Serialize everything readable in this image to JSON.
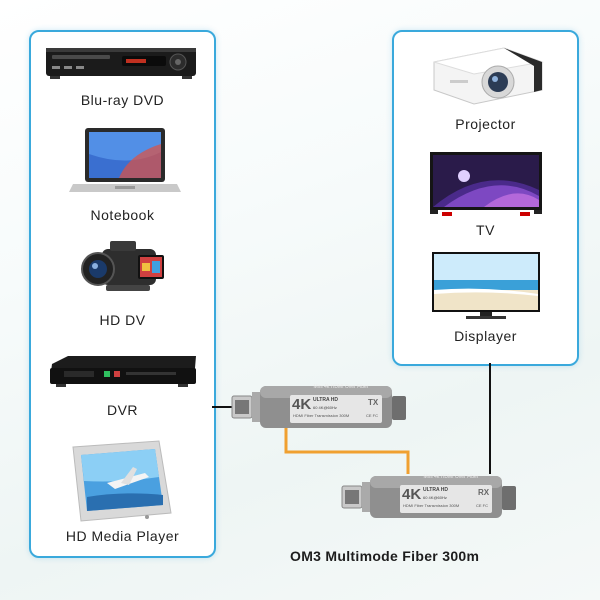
{
  "sources": {
    "items": [
      {
        "label": "Blu-ray DVD",
        "icon": "bluray-player-icon"
      },
      {
        "label": "Notebook",
        "icon": "notebook-icon"
      },
      {
        "label": "HD DV",
        "icon": "camcorder-icon"
      },
      {
        "label": "DVR",
        "icon": "dvr-icon"
      },
      {
        "label": "HD Media Player",
        "icon": "media-player-icon"
      }
    ]
  },
  "displays": {
    "items": [
      {
        "label": "Projector",
        "icon": "projector-icon"
      },
      {
        "label": "TV",
        "icon": "tv-icon"
      },
      {
        "label": "Displayer",
        "icon": "monitor-icon"
      }
    ]
  },
  "extender": {
    "title": "Mini 4k HDMI Over Fiber",
    "badge": "4K",
    "badge_sub": "ULTRA HD",
    "badge_mode": "60 4K@60Hz",
    "tx_mark": "TX",
    "rx_mark": "RX",
    "spec": "HDMI Fiber Transmission 300M",
    "cert": "CE FC"
  },
  "caption": "OM3 Multimode Fiber 300m",
  "colors": {
    "panel_border": "#3aa9dc",
    "fiber": "#f0a030",
    "cable": "#111111"
  }
}
